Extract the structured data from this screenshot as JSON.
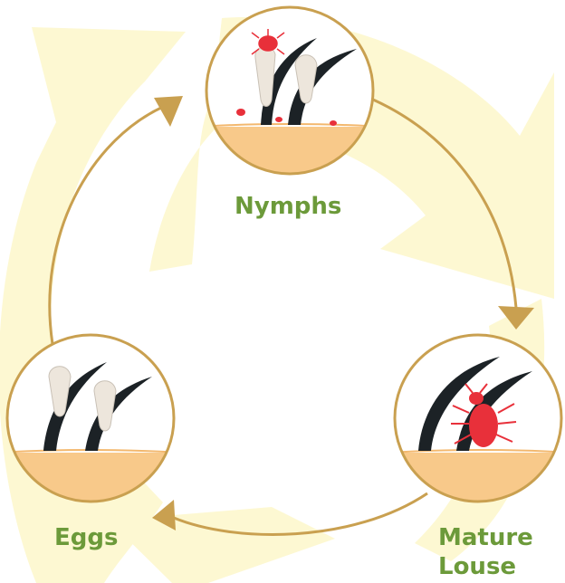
{
  "stages": [
    {
      "id": "nymphs",
      "label": "Nymphs"
    },
    {
      "id": "mature",
      "label": "Mature\nLouse"
    },
    {
      "id": "eggs",
      "label": "Eggs"
    }
  ],
  "colors": {
    "background_arrows": "#fdf8d2",
    "cycle_arrow": "#c9a050",
    "circle_border": "#c9a050",
    "skin": "#f8c98a",
    "hair": "#1c2226",
    "nit": "#ede6dc",
    "louse": "#e8303a",
    "label": "#6c9a3a"
  },
  "icons": {
    "nymphs": "hair-with-nymphs-icon",
    "mature": "hair-with-mature-louse-icon",
    "eggs": "hair-with-eggs-icon"
  }
}
